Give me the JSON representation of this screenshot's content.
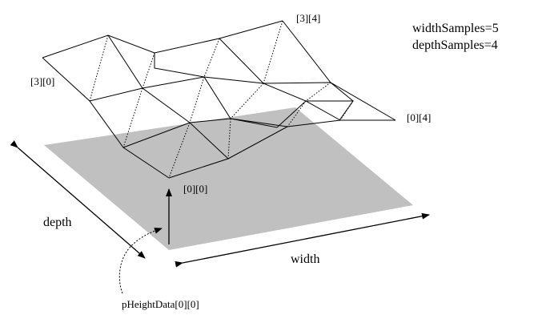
{
  "samples": {
    "width_text": "widthSamples=5",
    "depth_text": "depthSamples=4"
  },
  "corner_labels": {
    "top_right": "[3][4]",
    "left": "[3][0]",
    "right": "[0][4]",
    "origin": "[0][0]"
  },
  "axis_labels": {
    "depth": "depth",
    "width": "width"
  },
  "pointer_label": "pHeightData[0][0]",
  "colors": {
    "ground": "#c0c0c0",
    "lines": "#000000",
    "background": "#ffffff"
  }
}
